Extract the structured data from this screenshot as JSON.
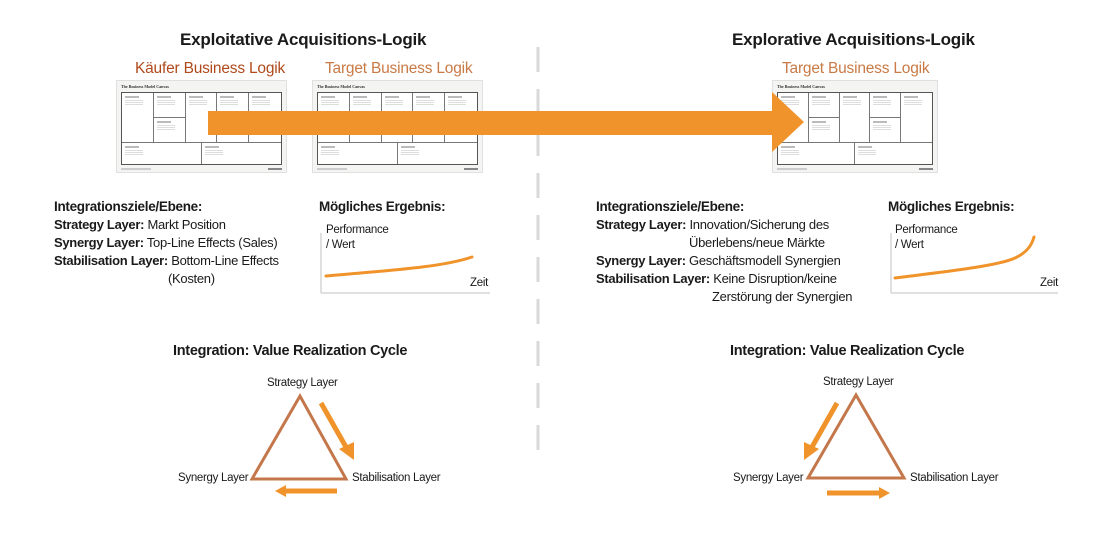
{
  "left": {
    "title": "Exploitative Acquisitions-Logik",
    "canvas_labels": [
      "Käufer Business Logik",
      "Target Business Logik"
    ],
    "canvas_header": "The Business Model Canvas",
    "goals": {
      "heading": "Integrationsziele/Ebene:",
      "rows": [
        {
          "label": "Strategy Layer:",
          "value": "Markt Position",
          "cont": ""
        },
        {
          "label": "Synergy Layer:",
          "value": "Top-Line Effects (Sales)",
          "cont": ""
        },
        {
          "label": "Stabilisation Layer:",
          "value": "Bottom-Line Effects",
          "cont": "(Kosten)"
        }
      ]
    },
    "result": {
      "heading": "Mögliches Ergebnis:",
      "y_label_1": "Performance",
      "y_label_2": "/ Wert",
      "x_label": "Zeit",
      "curve": "moderate growth"
    },
    "cycle": {
      "title": "Integration: Value Realization Cycle",
      "top": "Strategy Layer",
      "left": "Synergy Layer",
      "right": "Stabilisation Layer",
      "direction": "clockwise"
    }
  },
  "right": {
    "title": "Explorative Acquisitions-Logik",
    "canvas_labels": [
      "Target Business Logik"
    ],
    "canvas_header": "The Business Model Canvas",
    "goals": {
      "heading": "Integrationsziele/Ebene:",
      "rows": [
        {
          "label": "Strategy Layer:",
          "value": "Innovation/Sicherung des",
          "cont": "Überlebens/neue Märkte"
        },
        {
          "label": "Synergy Layer:",
          "value": "Geschäftsmodell Synergien",
          "cont": ""
        },
        {
          "label": "Stabilisation Layer:",
          "value": "Keine Disruption/keine",
          "cont": "Zerstörung der Synergien"
        }
      ]
    },
    "result": {
      "heading": "Mögliches Ergebnis:",
      "y_label_1": "Performance",
      "y_label_2": "/ Wert",
      "x_label": "Zeit",
      "curve": "exponential growth"
    },
    "cycle": {
      "title": "Integration: Value Realization Cycle",
      "top": "Strategy Layer",
      "left": "Synergy Layer",
      "right": "Stabilisation Layer",
      "direction": "counter-clockwise"
    }
  },
  "colors": {
    "accent_orange": "#f0932a",
    "triangle_brown": "#c3774a",
    "buyer_label": "#b04a1c",
    "target_label": "#c97a45",
    "divider": "#d9d9d9",
    "axis": "#d6d6d6"
  }
}
